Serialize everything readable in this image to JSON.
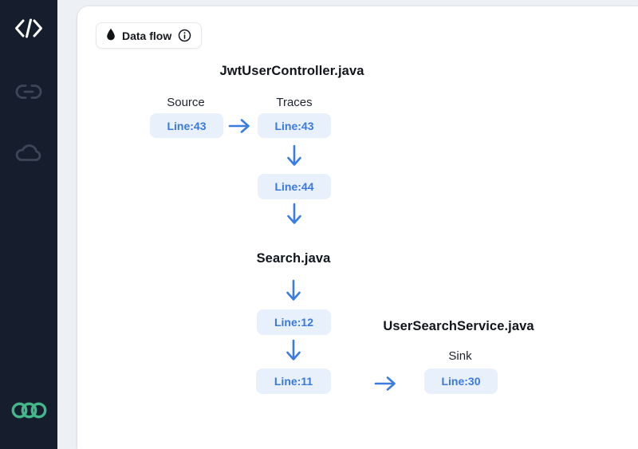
{
  "sidebar": {
    "items": [
      {
        "name": "code",
        "icon": "code-icon",
        "active": true
      },
      {
        "name": "link",
        "icon": "link-icon",
        "active": false
      },
      {
        "name": "cloud",
        "icon": "cloud-icon",
        "active": false
      }
    ],
    "logo_icon": "three-linked-rings"
  },
  "toolbar": {
    "data_flow_label": "Data flow",
    "droplet_icon": "filled-water-drop",
    "info_icon": "circled-i"
  },
  "diagram": {
    "files": {
      "file1": "JwtUserController.java",
      "file2": "Search.java",
      "file3": "UserSearchService.java"
    },
    "labels": {
      "source": "Source",
      "traces": "Traces",
      "sink": "Sink"
    },
    "nodes": {
      "source_badge": "Line:43",
      "trace_badge_1": "Line:43",
      "trace_badge_2": "Line:44",
      "trace_badge_3": "Line:12",
      "trace_badge_4": "Line:11",
      "sink_badge": "Line:30"
    },
    "flow": [
      "JwtUserController.java Line:43 (Source) -> Line:43",
      "Line:43 -> Line:44",
      "Line:44 -> Search.java Line:12",
      "Line:12 -> Line:11",
      "Line:11 -> UserSearchService.java Line:30 (Sink)"
    ]
  },
  "colors": {
    "sidebar_bg": "#161e2e",
    "page_bg": "#edf0f4",
    "accent_blue": "#3b7ce0",
    "badge_bg": "#e8f0fc",
    "badge_text": "#3a79dd",
    "logo_green": "#43b78a",
    "icon_muted": "#3d4657"
  }
}
